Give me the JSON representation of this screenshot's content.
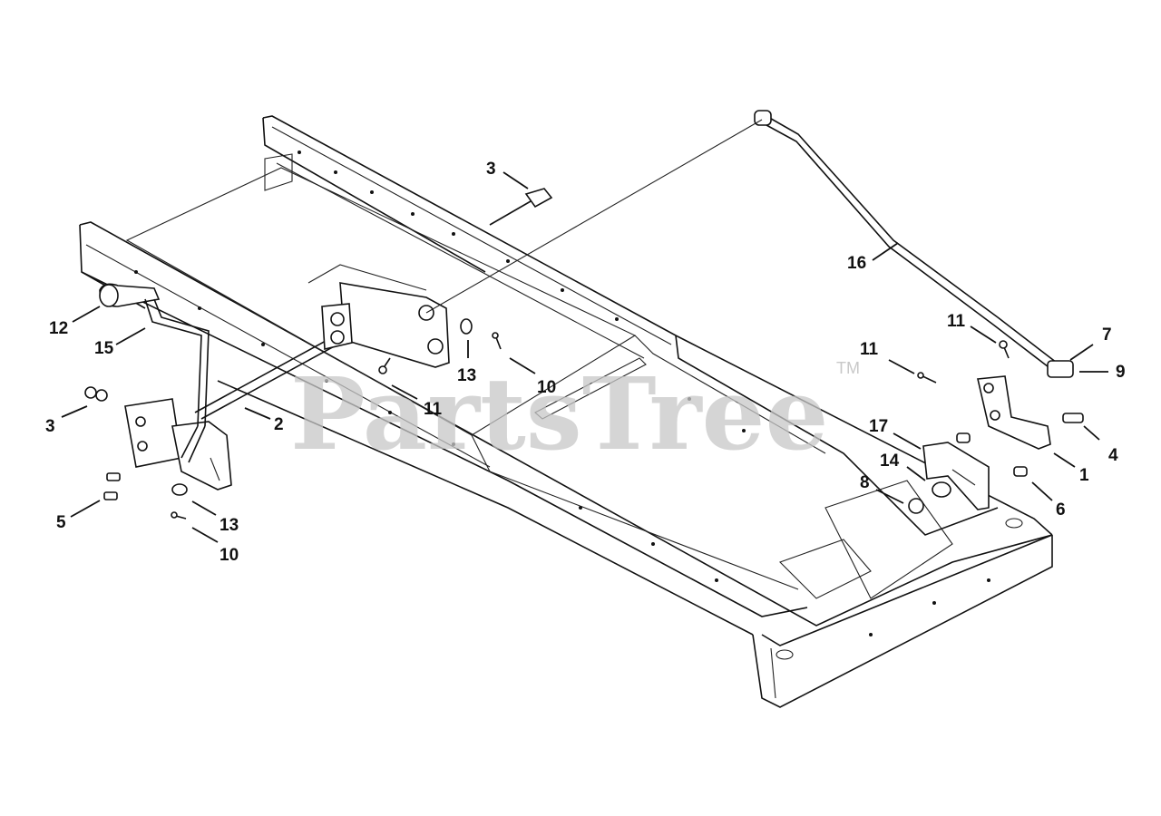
{
  "watermark": {
    "brand": "PartsTree",
    "trademark": "TM"
  },
  "callouts": [
    {
      "id": "c3a",
      "text": "3"
    },
    {
      "id": "c16",
      "text": "16"
    },
    {
      "id": "c12",
      "text": "12"
    },
    {
      "id": "c15",
      "text": "15"
    },
    {
      "id": "c13a",
      "text": "13"
    },
    {
      "id": "c11a",
      "text": "11"
    },
    {
      "id": "c10a",
      "text": "10"
    },
    {
      "id": "c11b",
      "text": "11"
    },
    {
      "id": "c7",
      "text": "7"
    },
    {
      "id": "c9",
      "text": "9"
    },
    {
      "id": "c11c",
      "text": "11"
    },
    {
      "id": "c3b",
      "text": "3"
    },
    {
      "id": "c2",
      "text": "2"
    },
    {
      "id": "c17",
      "text": "17"
    },
    {
      "id": "c4",
      "text": "4"
    },
    {
      "id": "c14",
      "text": "14"
    },
    {
      "id": "c1",
      "text": "1"
    },
    {
      "id": "c8",
      "text": "8"
    },
    {
      "id": "c6",
      "text": "6"
    },
    {
      "id": "c5",
      "text": "5"
    },
    {
      "id": "c13b",
      "text": "13"
    },
    {
      "id": "c10b",
      "text": "10"
    }
  ],
  "colors": {
    "ink": "#111111",
    "watermark": "#c8c8c8",
    "background": "#ffffff"
  }
}
